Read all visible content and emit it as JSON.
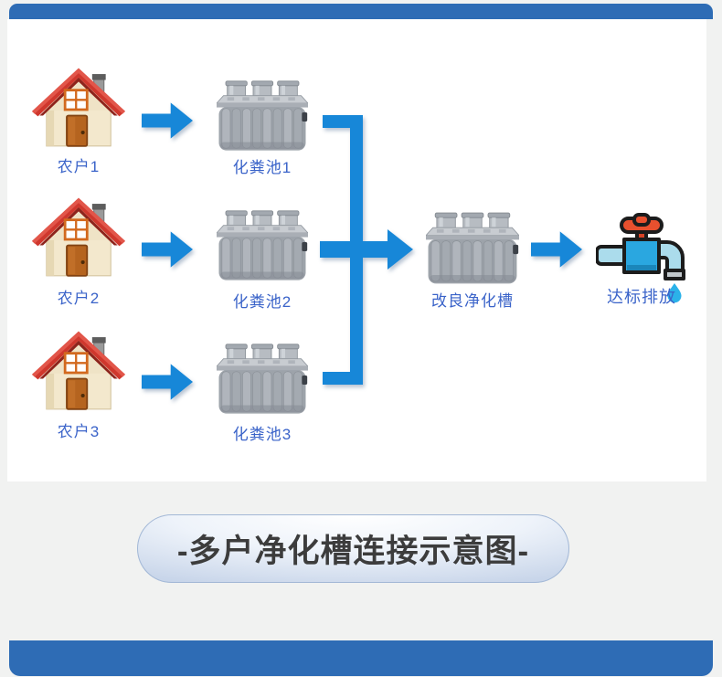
{
  "page": {
    "background": "#f1f2f1",
    "card_background": "#ffffff",
    "banner_color": "#2e6cb5"
  },
  "colors": {
    "arrow_blue": "#1787d8",
    "label_blue": "#3a63c9",
    "bar_blue": "#2e6cb5",
    "caption_text": "#3c3c3c",
    "pill_edge": "#a9bedd",
    "tank_gray": "#9da3aa",
    "house_roof_red": "#cf372d",
    "faucet_handle_red": "#e8502e",
    "faucet_body_blue": "#2aa7e0",
    "faucet_pipe_blue": "#abdcec",
    "water_drop_blue": "#2bb2e9"
  },
  "diagram": {
    "rows": [
      {
        "house_label": "农户1",
        "tank_label": "化粪池1"
      },
      {
        "house_label": "农户2",
        "tank_label": "化粪池2"
      },
      {
        "house_label": "农户3",
        "tank_label": "化粪池3"
      }
    ],
    "output_tank_label": "改良净化槽",
    "discharge_label": "达标排放"
  },
  "caption": {
    "text": "-多户净化槽连接示意图-"
  }
}
